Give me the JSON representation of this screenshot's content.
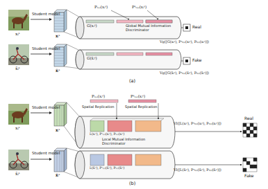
{
  "diagram": {
    "nodes": [
      {
        "text": [
          "G(xᵢˢ)",
          "Global Mutual Information Discriminator"
        ]
      },
      {
        "text": [
          "G(x̃ᵢˢ)"
        ]
      },
      {
        "text": [
          "L(xᵢˢ), Pˢₜ₍ᵢ₎(xᵢˢ), Pₜ₍ᵢ₎(xᵢˢ)",
          "Local Mutual Information Discriminator"
        ]
      },
      {
        "text": [
          "L(x̃ᵢˢ), Pˢₜ₍ᵢ₎(x̃ᵢˢ), Pₜ₍ᵢ₎(x̃ᵢˢ)"
        ]
      }
    ],
    "labels": [
      "Student model",
      "xᵢˢ",
      "𝐱ᵢˢ",
      "Pₜ₍ᵢ₎(xᵢˢ)",
      "Pˢₜ₍ᵢ₎(xᵢˢ)",
      "Real",
      "Vg([G(xᵢˢ), Pˢₜ₍ᵢ₎(xᵢˢ), Pₜ₍ᵢ₎(xᵢˢ)])",
      "Student model",
      "x̃ᵢˢ",
      "𝐱̃ᵢˢ",
      "Fake",
      "Vg([G(x̃ᵢˢ), Pˢₜ₍ᵢ₎(x̃ᵢˢ), Pₜ₍ᵢ₎(x̃ᵢˢ)])",
      "(a)",
      "Student model",
      "xᵢˢ",
      "𝐱ᵢˢ",
      "Pₜ₍ᵢ₎(xᵢˢ)",
      "Pˢₜ₍ᵢ₎(xᵢˢ)",
      "Spatial Replication",
      "Spatial Replication",
      "Vl([L(xᵢˢ), Pˢₜ₍ᵢ₎(xᵢˢ), Pₜ₍ᵢ₎(xᵢˢ)])",
      "Real",
      "Student model",
      "x̃ᵢˢ",
      "𝐱̃ᵢˢ",
      "Vl([L(x̃ᵢˢ), Pˢₜ₍ᵢ₎(x̃ᵢˢ), Pₜ₍ᵢ₎(x̃ᵢˢ)])",
      "Fake",
      "(b)"
    ]
  }
}
